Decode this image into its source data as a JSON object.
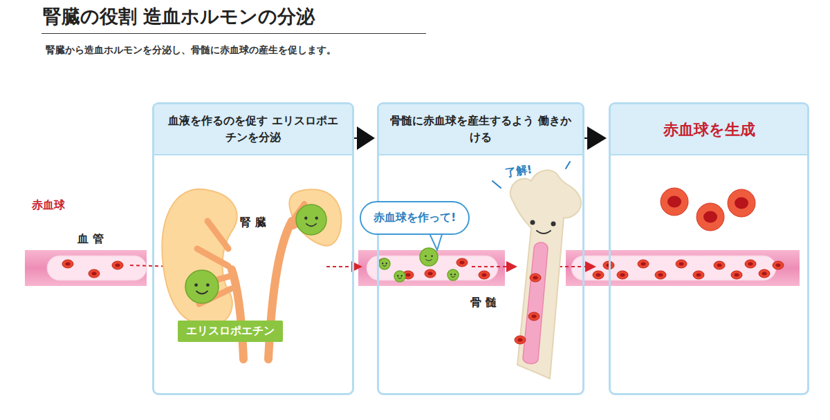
{
  "diagram": {
    "title": "腎臓の役割 造血ホルモンの分泌",
    "caption": "腎臓から造血ホルモンを分泌し、骨髄に赤血球の産生を促します。",
    "nodes": [
      {
        "text": [
          "血液を作るのを促す エリスロポエチンを分泌"
        ]
      },
      {
        "text": [
          "エリスロポエチン"
        ],
        "in": 0
      },
      {
        "text": [
          "骨髄に赤血球を産生するよう 働きかける"
        ]
      },
      {
        "text": [
          "赤血球を作って!"
        ],
        "in": 2
      },
      {
        "text": [
          "赤血球を生成"
        ]
      }
    ],
    "edges": [
      {
        "from": 0,
        "to": 2,
        "arrow": "to"
      },
      {
        "from": 2,
        "to": 4,
        "arrow": "to"
      }
    ],
    "labels": [
      "赤血球",
      "血管",
      "腎臓",
      "骨髄",
      "了解!"
    ]
  }
}
